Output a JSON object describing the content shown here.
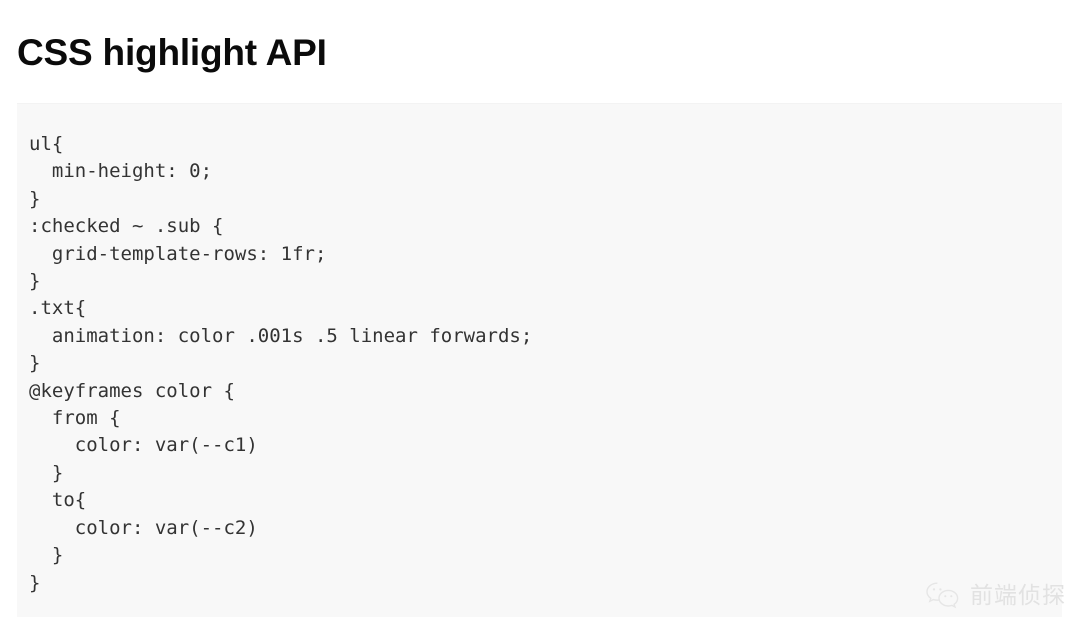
{
  "slide": {
    "title": "CSS highlight API",
    "background_color": "#ffffff",
    "title_color": "#0b0b0b"
  },
  "code_block": {
    "language": "css",
    "background_color": "#f8f8f8",
    "text_color": "#333333",
    "lines": [
      "ul{",
      "  min-height: 0;",
      "}",
      ":checked ~ .sub {",
      "  grid-template-rows: 1fr;",
      "}",
      ".txt{",
      "  animation: color .001s .5 linear forwards;",
      "}",
      "@keyframes color {",
      "  from {",
      "    color: var(--c1)",
      "  }",
      "  to{",
      "    color: var(--c2)",
      "  }",
      "}"
    ]
  },
  "watermark": {
    "icon": "wechat-icon",
    "text": "前端侦探",
    "color": "#e2e2e2"
  }
}
